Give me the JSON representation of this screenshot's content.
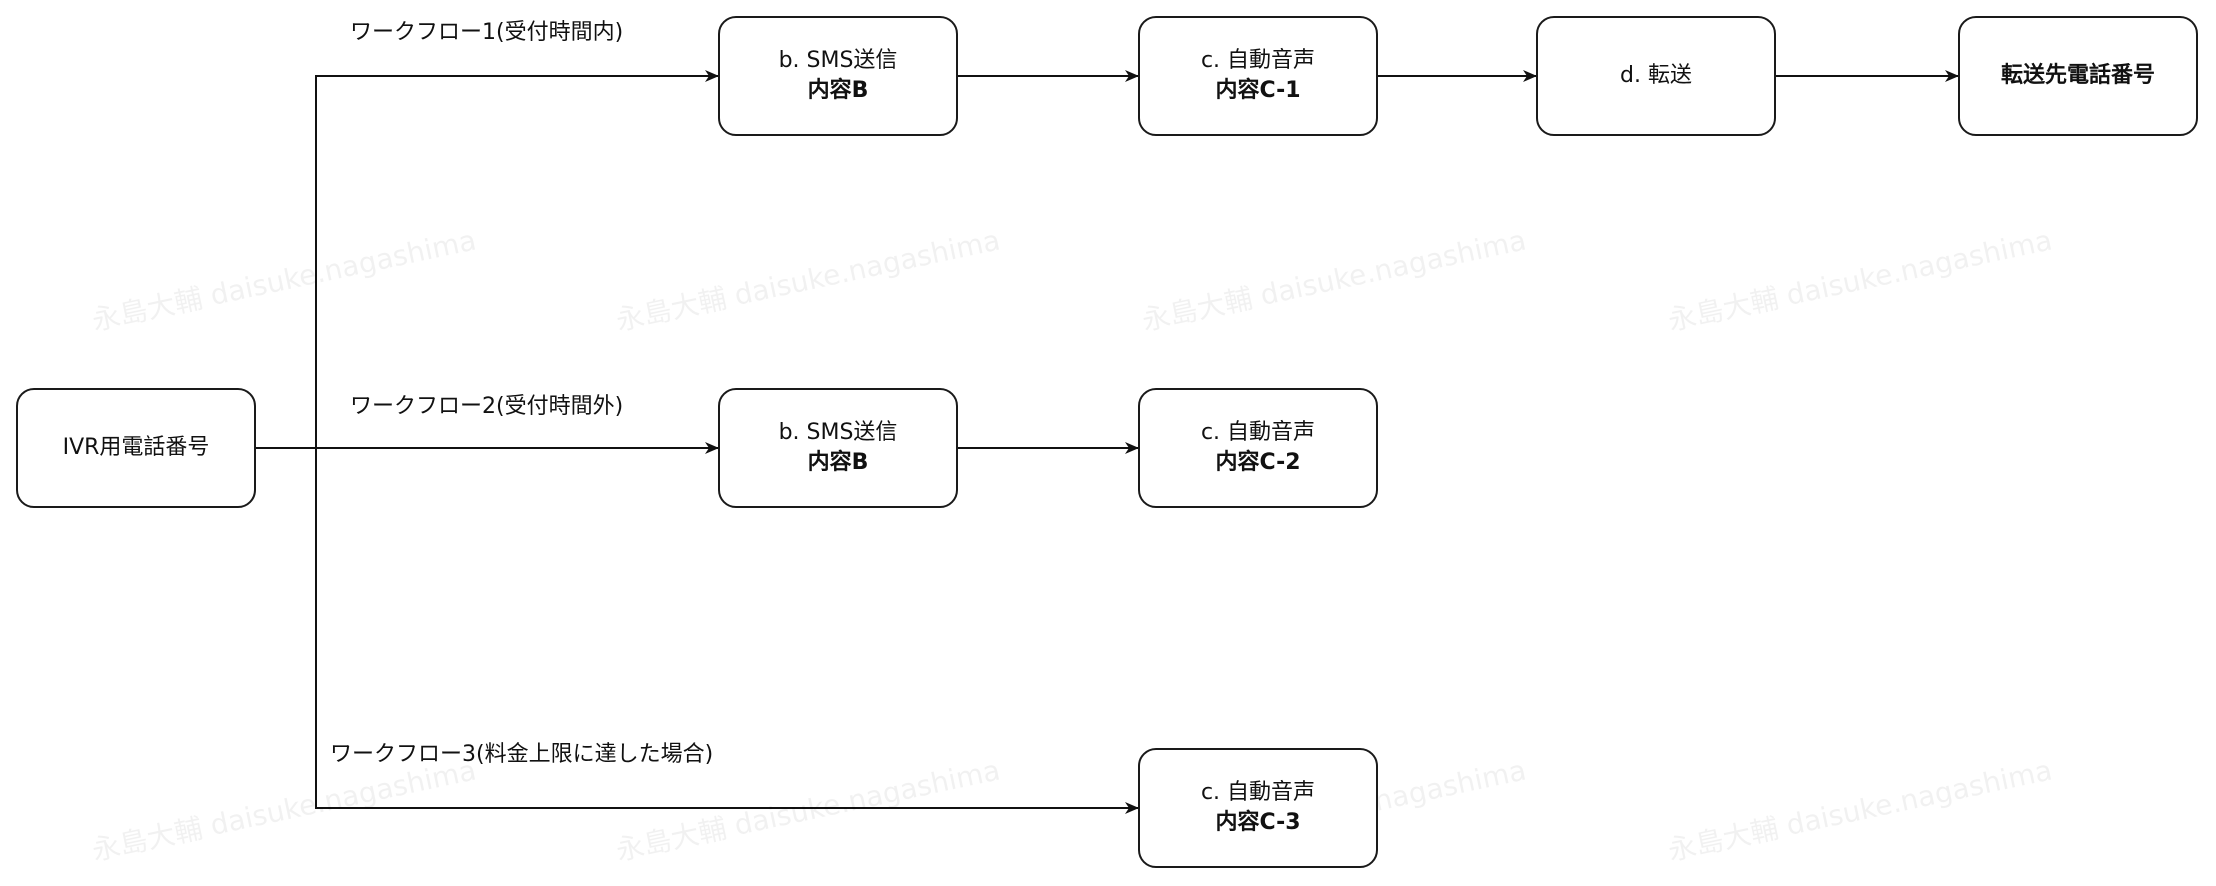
{
  "watermark_text": "永島大輔 daisuke.nagashima",
  "nodes": {
    "source": {
      "line1": "IVR用電話番号",
      "line2": ""
    },
    "wf1_sms": {
      "line1": "b. SMS送信",
      "line2": "内容B"
    },
    "wf1_voice": {
      "line1": "c. 自動音声",
      "line2": "内容C-1"
    },
    "wf1_transfer": {
      "line1": "d. 転送",
      "line2": ""
    },
    "wf1_dest": {
      "line1": "転送先電話番号",
      "line2": ""
    },
    "wf2_sms": {
      "line1": "b. SMS送信",
      "line2": "内容B"
    },
    "wf2_voice": {
      "line1": "c. 自動音声",
      "line2": "内容C-2"
    },
    "wf3_voice": {
      "line1": "c. 自動音声",
      "line2": "内容C-3"
    }
  },
  "flows": {
    "wf1": "ワークフロー1(受付時間内)",
    "wf2": "ワークフロー2(受付時間外)",
    "wf3": "ワークフロー3(料金上限に達した場合)"
  }
}
